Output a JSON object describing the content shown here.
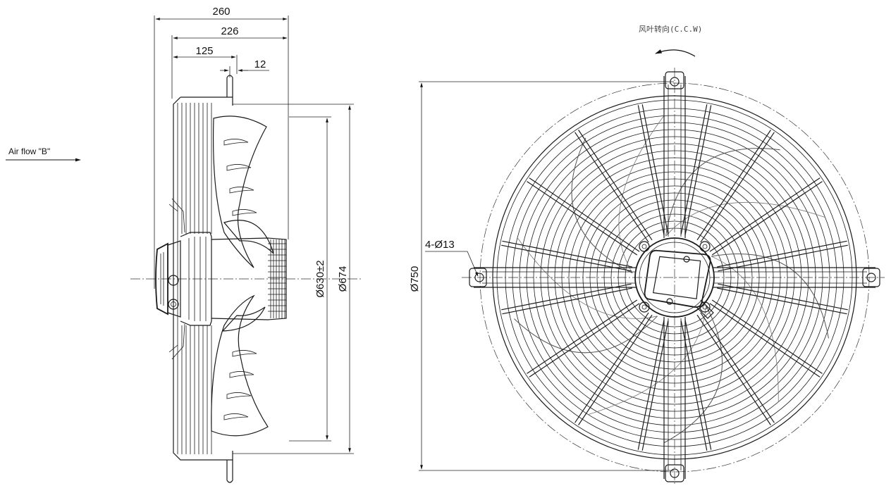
{
  "diagram": {
    "side_view": {
      "dimensions": {
        "overall_depth": "260",
        "depth_226": "226",
        "depth_125": "125",
        "flange_12": "12",
        "diameter_630": "Ø630±2",
        "diameter_674": "Ø674"
      },
      "airflow_label": "Air flow \"B\""
    },
    "front_view": {
      "rotation_label": "风叶转向(C.C.W)",
      "diameter_750": "Ø750",
      "holes_label": "4-Ø13"
    }
  }
}
